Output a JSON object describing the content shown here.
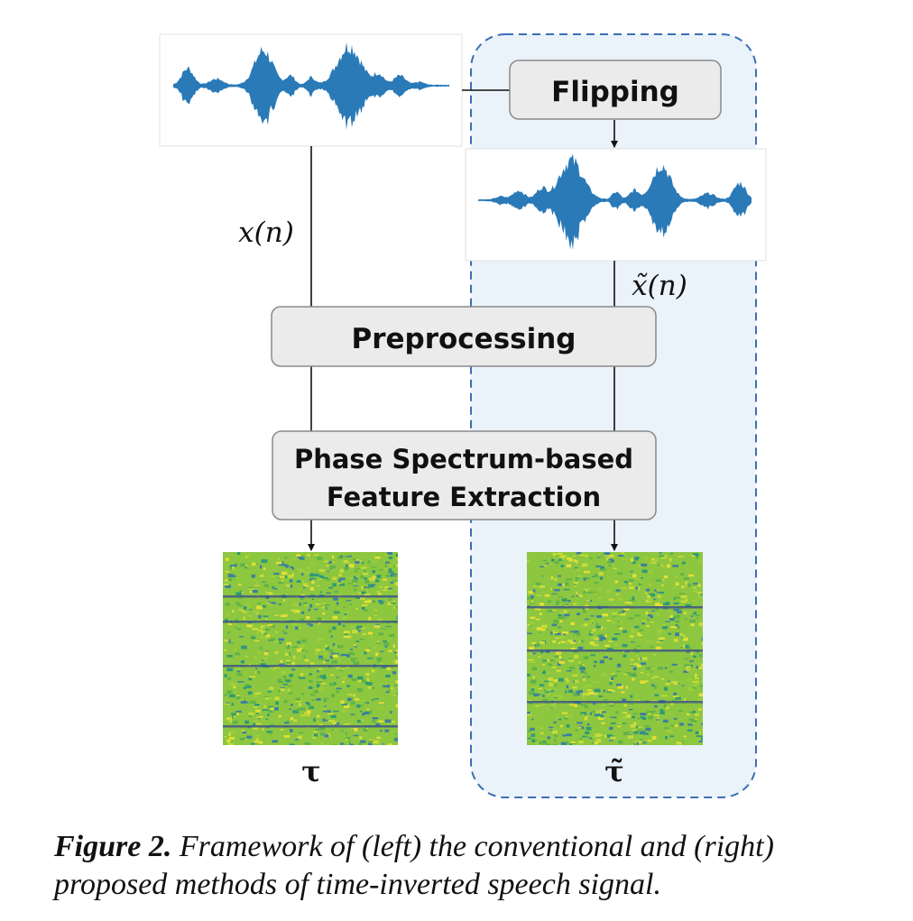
{
  "boxes": {
    "flipping": "Flipping",
    "preprocessing": "Preprocessing",
    "feature_line1": "Phase Spectrum-based",
    "feature_line2": "Feature Extraction"
  },
  "signals": {
    "original": "x(n)",
    "flipped": "x̃(n)"
  },
  "outputs": {
    "left": "τ",
    "right": "τ̃"
  },
  "caption": {
    "figure_number": "Figure 2.",
    "text": " Framework of (left) the conventional and (right) proposed methods of time-inverted speech signal."
  },
  "colors": {
    "waveform": "#2a7ab8",
    "panel_fill": "#eaf2fa",
    "panel_border": "#3b6fb5",
    "box_fill": "#ebebeb",
    "box_border": "#8a8a8a",
    "spectrogram_base": "#8dc63f"
  }
}
